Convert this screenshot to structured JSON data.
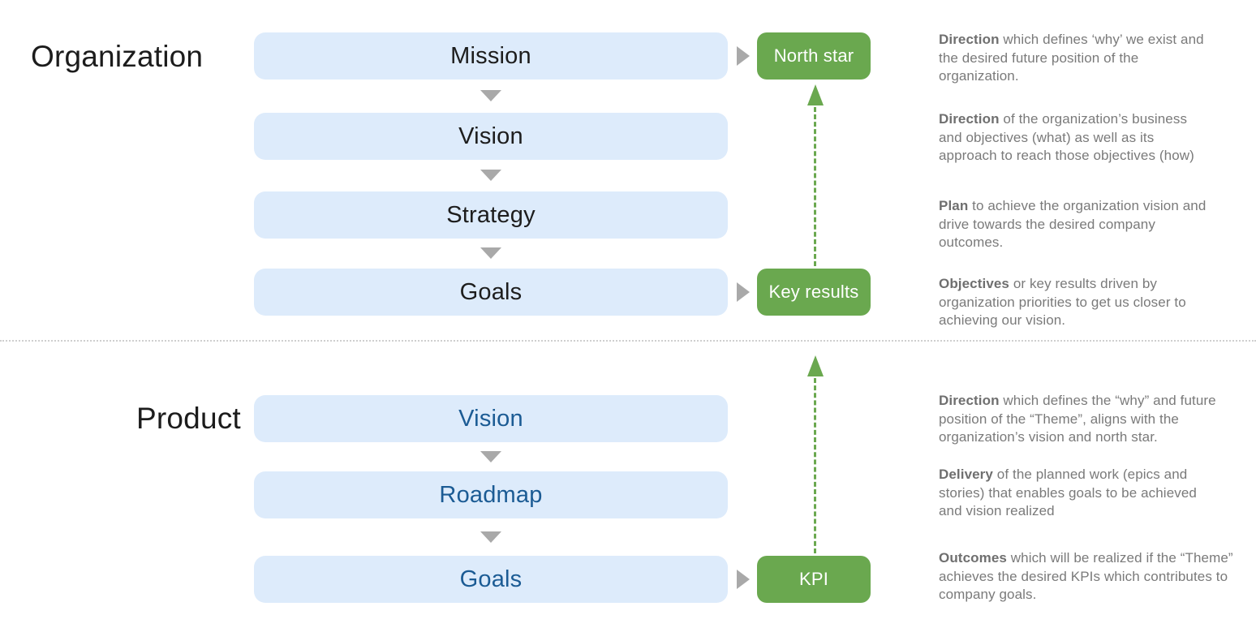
{
  "colors": {
    "box_blue": "#ddebfb",
    "accent_green": "#6aa84f",
    "arrow_gray": "#a9a9a9",
    "product_label_blue": "#1b5b94",
    "description_gray": "#7a7a7a"
  },
  "organization": {
    "label": "Organization",
    "boxes": [
      {
        "label": "Mission"
      },
      {
        "label": "Vision"
      },
      {
        "label": "Strategy"
      },
      {
        "label": "Goals"
      }
    ],
    "badges": {
      "north_star": "North star",
      "key_results": "Key results"
    },
    "descriptions": [
      {
        "lead": "Direction",
        "l1": " which defines ‘why’ we exist and",
        "l2": "the desired future position of the",
        "l3": "organization."
      },
      {
        "lead": "Direction",
        "l1": " of the organization’s business",
        "l2": "and objectives (what) as well as its",
        "l3": "approach to reach those objectives (how)"
      },
      {
        "lead": "Plan",
        "l1": " to achieve the organization vision and",
        "l2": "drive towards the desired company",
        "l3": "outcomes."
      },
      {
        "lead": "Objectives",
        "l1": " or key results driven by",
        "l2": "organization priorities to get us closer to",
        "l3": "achieving our vision."
      }
    ]
  },
  "product": {
    "label": "Product",
    "boxes": [
      {
        "label": "Vision"
      },
      {
        "label": "Roadmap"
      },
      {
        "label": "Goals"
      }
    ],
    "badges": {
      "kpi": "KPI"
    },
    "descriptions": [
      {
        "lead": "Direction",
        "l1": " which defines the “why” and future",
        "l2": "position of the “Theme”, aligns with the",
        "l3": "organization’s vision and north star."
      },
      {
        "lead": "Delivery",
        "l1": " of the planned work (epics and",
        "l2": "stories) that enables goals to be achieved",
        "l3": "and vision realized"
      },
      {
        "lead": "Outcomes",
        "l1": " which will be realized if the “Theme”",
        "l2": "achieves the desired KPIs which contributes to",
        "l3": "company goals."
      }
    ]
  }
}
